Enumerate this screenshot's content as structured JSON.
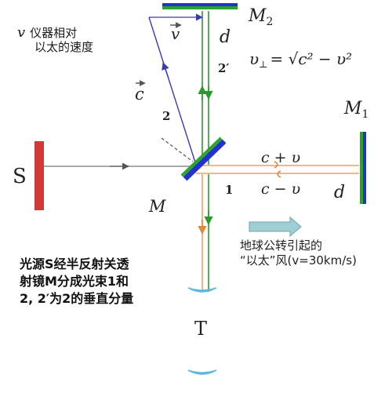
{
  "labels": {
    "source": "S",
    "mirror_half": "M",
    "mirror_1": "M",
    "mirror_1_sub": "1",
    "mirror_2": "M",
    "mirror_2_sub": "2",
    "telescope": "T",
    "arm_d_top": "d",
    "arm_d_right": "d",
    "beam_1": "1",
    "beam_2": "2",
    "beam_2_prime": "2′",
    "c_vec": "c",
    "v_vec": "v",
    "c_plus_v": "c  + υ",
    "c_minus_v": "c  − υ",
    "formula_lhs": "υ",
    "formula_sub": "⊥",
    "formula_rhs": "= √c² − υ²"
  },
  "notes": {
    "v_line1": "仪器相对",
    "v_line2": "以太的速度",
    "v_symbol": "v",
    "ether_line1": "地球公转引起的",
    "ether_line2": "“以太”风(v=30km/s)",
    "source_line1": "光源S经半反射关透",
    "source_line2": "射镜M分成光束1和",
    "source_line3": "2, 2′为2的垂直分量"
  },
  "colors": {
    "source": "#d23a3a",
    "mirror_green": "#2aa52a",
    "mirror_blue": "#2233cc",
    "beam_green": "#2a9a2a",
    "beam_orange": "#e08a3a",
    "beam_blue": "#3a3ab5",
    "ether_arrow": "#9fcfd4",
    "telescope": "#5ab8e0"
  }
}
